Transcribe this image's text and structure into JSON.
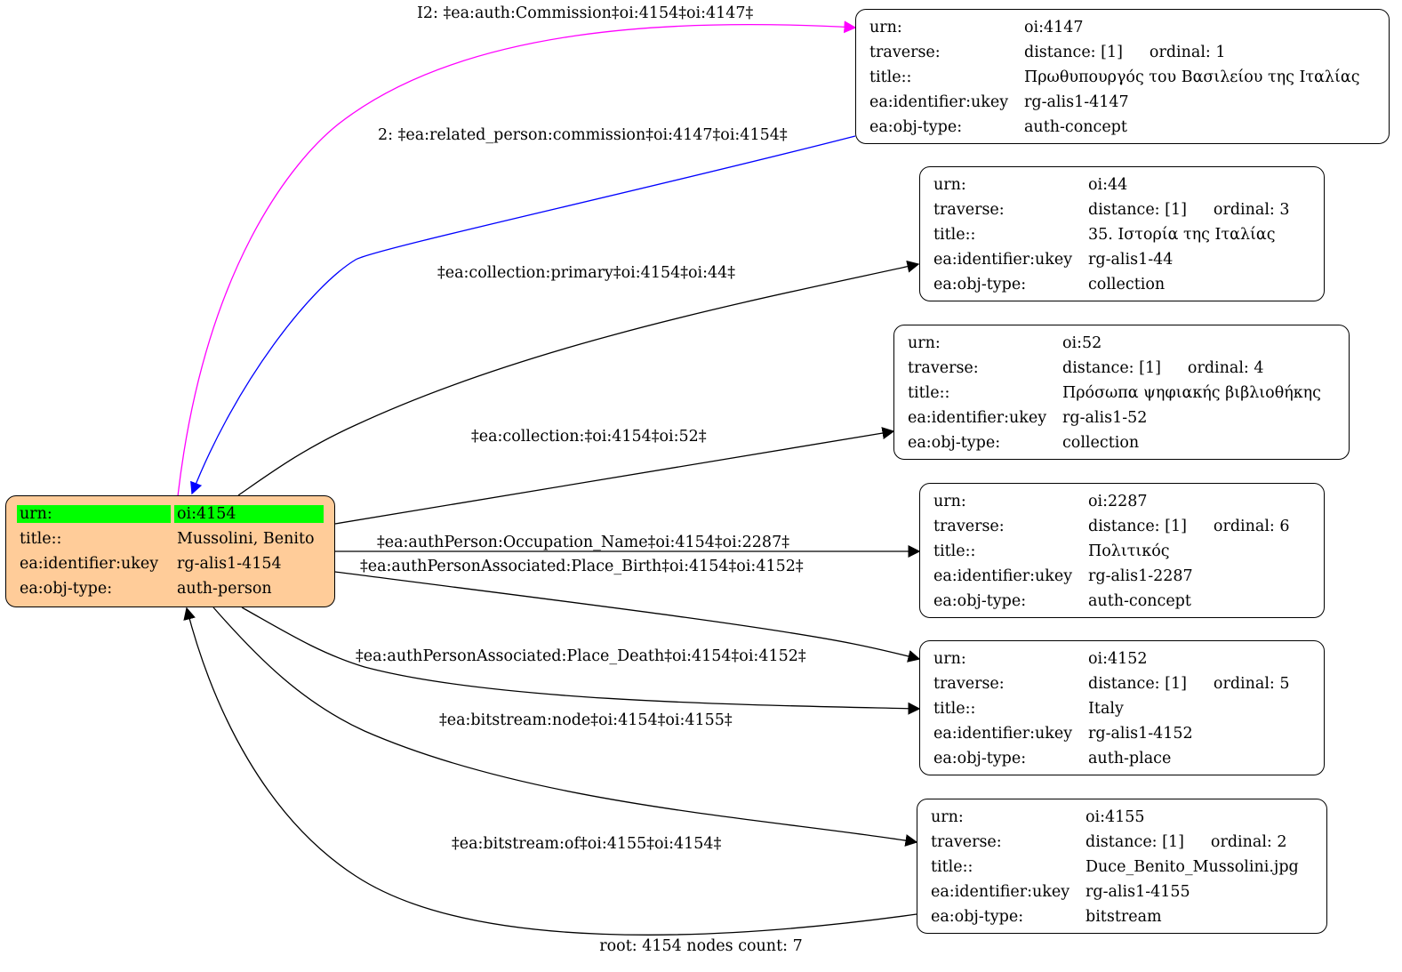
{
  "root_node": {
    "urn_key": "urn:",
    "urn": "oi:4154",
    "title_key": "title::",
    "title": "Mussolini, Benito",
    "ukey_key": "ea:identifier:ukey",
    "ukey": "rg-alis1-4154",
    "type_key": "ea:obj-type:",
    "type": "auth-person",
    "fill_color": "#ffcc99",
    "highlight_color": "#00ff00"
  },
  "nodes": [
    {
      "urn_key": "urn:",
      "urn": "oi:4147",
      "traverse_key": "traverse:",
      "distance": "distance: [1]",
      "ordinal": "ordinal: 1",
      "title_key": "title::",
      "title": "Πρωθυπουργός του Βασιλείου της Ιταλίας",
      "ukey_key": "ea:identifier:ukey",
      "ukey": "rg-alis1-4147",
      "type_key": "ea:obj-type:",
      "type": "auth-concept"
    },
    {
      "urn_key": "urn:",
      "urn": "oi:44",
      "traverse_key": "traverse:",
      "distance": "distance: [1]",
      "ordinal": "ordinal: 3",
      "title_key": "title::",
      "title": "35. Ιστορία της Ιταλίας",
      "ukey_key": "ea:identifier:ukey",
      "ukey": "rg-alis1-44",
      "type_key": "ea:obj-type:",
      "type": "collection"
    },
    {
      "urn_key": "urn:",
      "urn": "oi:52",
      "traverse_key": "traverse:",
      "distance": "distance: [1]",
      "ordinal": "ordinal: 4",
      "title_key": "title::",
      "title": "Πρόσωπα ψηφιακής βιβλιοθήκης",
      "ukey_key": "ea:identifier:ukey",
      "ukey": "rg-alis1-52",
      "type_key": "ea:obj-type:",
      "type": "collection"
    },
    {
      "urn_key": "urn:",
      "urn": "oi:2287",
      "traverse_key": "traverse:",
      "distance": "distance: [1]",
      "ordinal": "ordinal: 6",
      "title_key": "title::",
      "title": "Πολιτικός",
      "ukey_key": "ea:identifier:ukey",
      "ukey": "rg-alis1-2287",
      "type_key": "ea:obj-type:",
      "type": "auth-concept"
    },
    {
      "urn_key": "urn:",
      "urn": "oi:4152",
      "traverse_key": "traverse:",
      "distance": "distance: [1]",
      "ordinal": "ordinal: 5",
      "title_key": "title::",
      "title": "Italy",
      "ukey_key": "ea:identifier:ukey",
      "ukey": "rg-alis1-4152",
      "type_key": "ea:obj-type:",
      "type": "auth-place"
    },
    {
      "urn_key": "urn:",
      "urn": "oi:4155",
      "traverse_key": "traverse:",
      "distance": "distance: [1]",
      "ordinal": "ordinal: 2",
      "title_key": "title::",
      "title": "Duce_Benito_Mussolini.jpg",
      "ukey_key": "ea:identifier:ukey",
      "ukey": "rg-alis1-4155",
      "type_key": "ea:obj-type:",
      "type": "bitstream"
    }
  ],
  "edges": [
    {
      "label": "I2: ‡ea:auth:Commission‡oi:4154‡oi:4147‡",
      "color": "#ff00ff"
    },
    {
      "label": "2: ‡ea:related_person:commission‡oi:4147‡oi:4154‡",
      "color": "#0000ff"
    },
    {
      "label": "‡ea:collection:primary‡oi:4154‡oi:44‡",
      "color": "#000000"
    },
    {
      "label": "‡ea:collection:‡oi:4154‡oi:52‡",
      "color": "#000000"
    },
    {
      "label": "‡ea:authPerson:Occupation_Name‡oi:4154‡oi:2287‡",
      "color": "#000000"
    },
    {
      "label": "‡ea:authPersonAssociated:Place_Birth‡oi:4154‡oi:4152‡",
      "color": "#000000"
    },
    {
      "label": "‡ea:authPersonAssociated:Place_Death‡oi:4154‡oi:4152‡",
      "color": "#000000"
    },
    {
      "label": "‡ea:bitstream:node‡oi:4154‡oi:4155‡",
      "color": "#000000"
    },
    {
      "label": "‡ea:bitstream:of‡oi:4155‡oi:4154‡",
      "color": "#000000"
    }
  ],
  "footer": "root: 4154 nodes count: 7"
}
